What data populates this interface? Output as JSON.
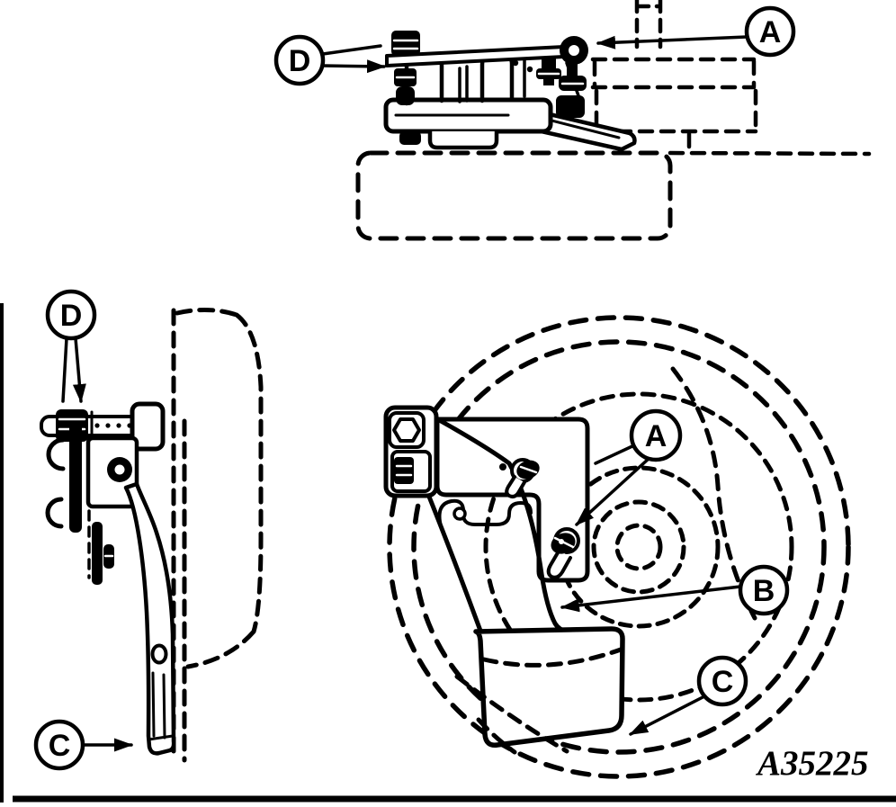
{
  "figure": {
    "code": "A35225",
    "ink": "#000000",
    "paper": "#ffffff"
  },
  "callouts": {
    "top_view": {
      "d": "D",
      "a": "A"
    },
    "side_view": {
      "d": "D",
      "c": "C"
    },
    "front_view": {
      "a": "A",
      "b": "B",
      "c": "C"
    }
  }
}
